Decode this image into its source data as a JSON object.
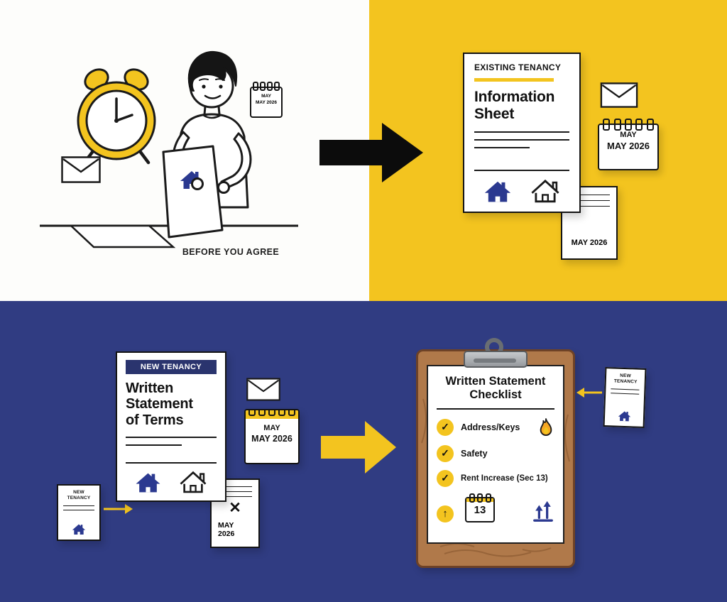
{
  "colors": {
    "yellow": "#F3C41F",
    "navy_background": "#303C82",
    "navy_dark": "#2A346E",
    "house_navy": "#2B3990",
    "black": "#101010",
    "clipboard_brown": "#B0794A"
  },
  "panels": {
    "before": {
      "caption": "BEFORE YOU AGREE",
      "mini_calendar": {
        "line1": "MAY",
        "line2": "MAY 2026"
      }
    },
    "existing": {
      "doc_tag": "EXISTING TENANCY",
      "doc_title": "Information Sheet",
      "calendar": {
        "month": "MAY",
        "date": "MAY 2026"
      },
      "small_doc_date": "MAY 2026"
    },
    "new": {
      "doc_tag": "NEW TENANCY",
      "doc_title": "Written Statement of Terms",
      "calendar": {
        "month": "MAY",
        "date": "MAY 2026"
      },
      "small_doc_tag": "NEW TENANCY",
      "small_doc_date": "MAY 2026"
    },
    "checklist": {
      "title": "Written Statement Checklist",
      "items": [
        "Address/Keys",
        "Safety",
        "Rent Increase (Sec 13)"
      ],
      "calendar_day": "13",
      "small_doc_tag": "NEW TENANCY"
    }
  },
  "icons": {
    "check": "✓",
    "x_mark": "✕",
    "up_arrow": "↑"
  }
}
